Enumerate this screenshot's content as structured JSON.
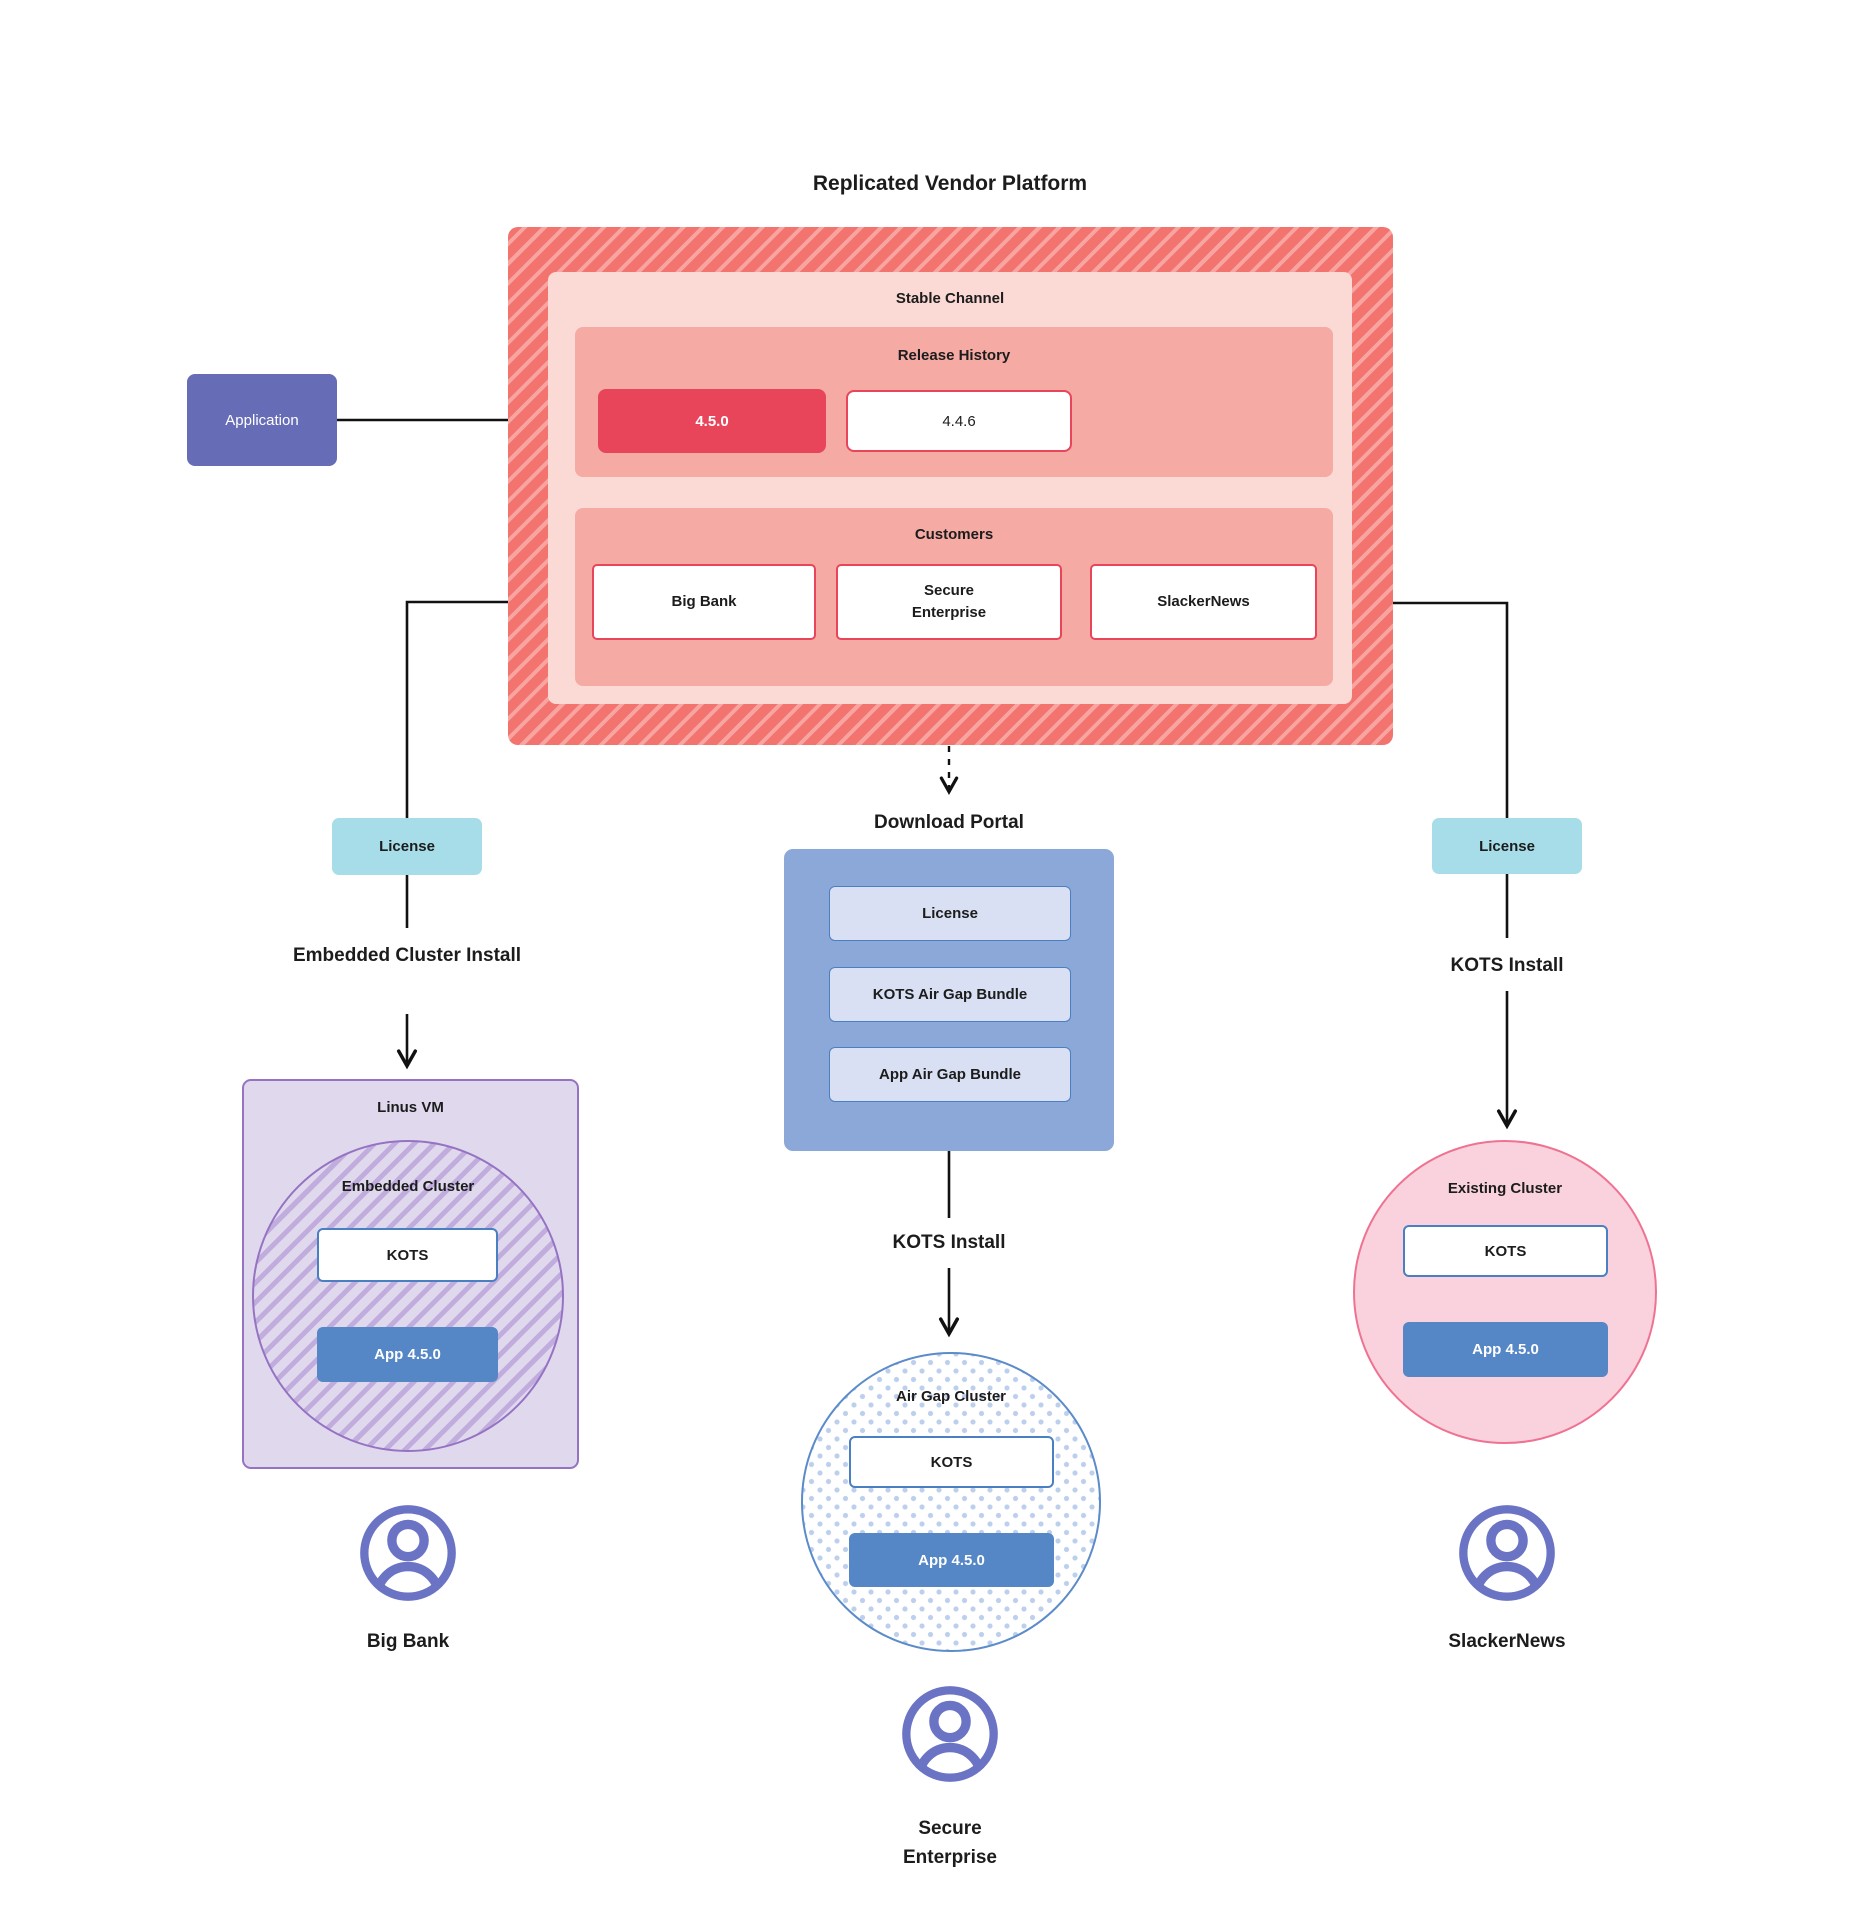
{
  "title": "Replicated Vendor Platform",
  "colors": {
    "hatch_red": "#f3736e",
    "hatch_red_light": "#f8a5a1",
    "stable_pink": "#fbd9d4",
    "band_salmon": "#f5aaa4",
    "release_current_red": "#e8455b",
    "application_indigo": "#676cb6",
    "license_teal": "#a6dde8",
    "portal_blue": "#8ca8d8",
    "portal_item_blue": "#d9e0f3",
    "app_blue": "#5586c5",
    "blue_border": "#4a7fc1",
    "vm_lavender": "#e0d9ee",
    "purple_border": "#9673c2",
    "existing_pink": "#f9d2dd",
    "pink_border": "#ef7292",
    "user_icon_purple": "#6b74c4"
  },
  "platform": {
    "stable_channel_label": "Stable Channel",
    "release_history_label": "Release History",
    "releases": [
      {
        "version": "4.5.0",
        "current": true
      },
      {
        "version": "4.4.6",
        "current": false
      }
    ],
    "customers_label": "Customers",
    "customers": [
      {
        "name": "Big Bank"
      },
      {
        "name": "Secure Enterprise"
      },
      {
        "name": "SlackerNews"
      }
    ]
  },
  "application": {
    "label": "Application"
  },
  "left_flow": {
    "license_label": "License",
    "install_label": "Embedded Cluster Install",
    "vm_label": "Linus VM",
    "cluster_label": "Embedded Cluster",
    "kots_label": "KOTS",
    "app_label": "App 4.5.0",
    "user_label": "Big Bank"
  },
  "center_flow": {
    "portal_title": "Download Portal",
    "portal_items": [
      {
        "label": "License"
      },
      {
        "label": "KOTS Air Gap Bundle"
      },
      {
        "label": "App Air Gap Bundle"
      }
    ],
    "install_label": "KOTS Install",
    "cluster_label": "Air Gap Cluster",
    "kots_label": "KOTS",
    "app_label": "App 4.5.0",
    "user_label": "Secure Enterprise"
  },
  "right_flow": {
    "license_label": "License",
    "install_label": "KOTS Install",
    "cluster_label": "Existing Cluster",
    "kots_label": "KOTS",
    "app_label": "App 4.5.0",
    "user_label": "SlackerNews"
  }
}
